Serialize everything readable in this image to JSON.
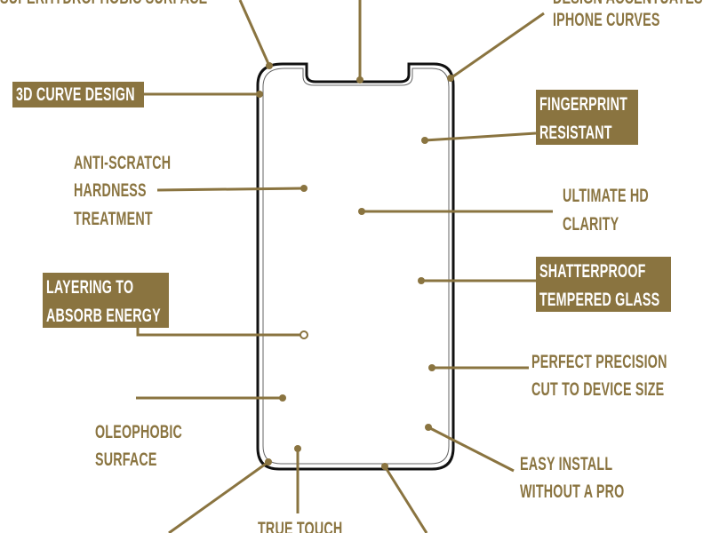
{
  "colors": {
    "accent": "#8a7440",
    "phone": "#111111"
  },
  "labels": {
    "top_left": "SUPERHYDROPHOBIC SURFACE",
    "top_right_1": "DESIGN ACCENTUATES",
    "top_right_2": "IPHONE CURVES",
    "curve_3d": "3D CURVE DESIGN",
    "fingerprint_1": "FINGERPRINT",
    "fingerprint_2": "RESISTANT",
    "scratch_1": "ANTI-SCRATCH",
    "scratch_2": "HARDNESS",
    "scratch_3": "TREATMENT",
    "hd_1": "ULTIMATE HD",
    "hd_2": "CLARITY",
    "shatter_1": "SHATTERPROOF",
    "shatter_2": "TEMPERED GLASS",
    "layer_1": "LAYERING TO",
    "layer_2": "ABSORB ENERGY",
    "precision_1": "PERFECT PRECISION",
    "precision_2": "CUT TO DEVICE SIZE",
    "oleo_1": "OLEOPHOBIC",
    "oleo_2": "SURFACE",
    "install_1": "EASY INSTALL",
    "install_2": "WITHOUT A PRO",
    "touch": "TRUE TOUCH"
  }
}
